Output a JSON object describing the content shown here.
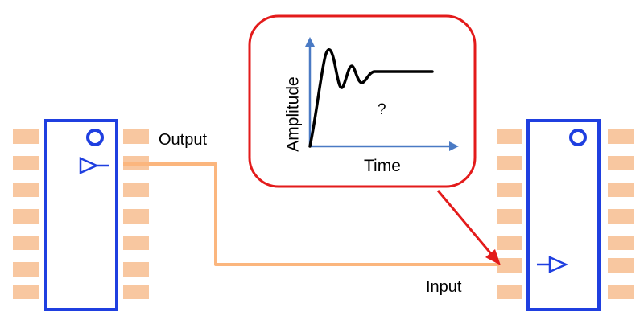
{
  "labels": {
    "output": "Output",
    "input": "Input",
    "time_axis": "Time",
    "amplitude_axis": "Amplitude",
    "unknown": "?"
  },
  "colors": {
    "chip_outline": "#1f3fe0",
    "pin": "#f8c7a0",
    "trace": "#fbb67e",
    "callout": "#e31b1b",
    "axis": "#4a7ac4",
    "waveform": "#000000"
  },
  "icons": {
    "output_buffer": "buffer-triangle-output-icon",
    "input_buffer": "buffer-triangle-input-icon",
    "pin1_marker": "pin-one-circle-icon"
  }
}
